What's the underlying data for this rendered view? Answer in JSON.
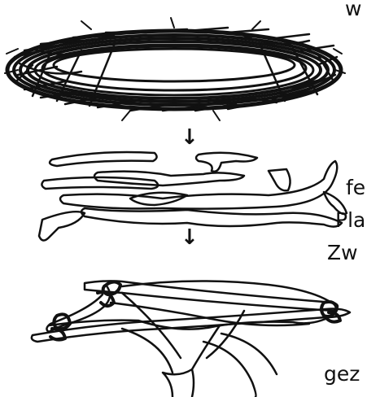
{
  "texts": {
    "top": "w",
    "line_a": "fe",
    "line_b": "Pla",
    "line_c": "Zw",
    "bottom": "gez"
  },
  "arrows": {
    "first": "↓",
    "second": "↓"
  },
  "colors": {
    "ink": "#111111",
    "background": "#ffffff"
  },
  "icons": [
    "nest-illustration",
    "sticks-illustration",
    "branch-platform-illustration",
    "down-arrow-icon"
  ]
}
